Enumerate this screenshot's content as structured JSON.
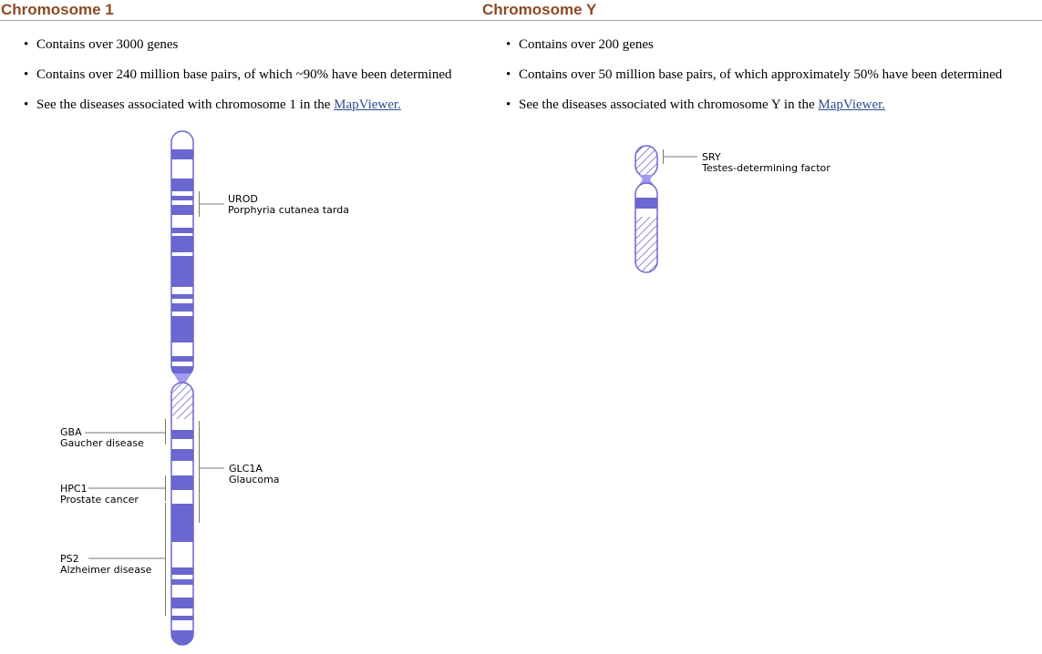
{
  "colors": {
    "heading": "#8b4a24",
    "band": "#6b67d0",
    "centromere": "#9e9bf0",
    "outline": "#6b67d0",
    "link": "#2b4e8c",
    "rule": "#9aa9b5"
  },
  "chromosome1": {
    "title": "Chromosome 1",
    "facts": [
      {
        "text": "Contains over 3000 genes"
      },
      {
        "text": "Contains over 240 million base pairs, of which ~90% have been determined"
      },
      {
        "text": "See the diseases associated with chromosome 1 in the ",
        "link": "MapViewer."
      }
    ],
    "genes": [
      {
        "symbol": "UROD",
        "disease": "Porphyria cutanea tarda"
      },
      {
        "symbol": "GBA",
        "disease": "Gaucher disease"
      },
      {
        "symbol": "GLC1A",
        "disease": "Glaucoma"
      },
      {
        "symbol": "HPC1",
        "disease": "Prostate cancer"
      },
      {
        "symbol": "PS2",
        "disease": "Alzheimer disease"
      }
    ]
  },
  "chromosomeY": {
    "title": "Chromosome Y",
    "facts": [
      {
        "text": "Contains over 200 genes"
      },
      {
        "text": "Contains over 50 million base pairs, of which approximately 50% have been determined"
      },
      {
        "text": "See the diseases associated with chromosome Y in the ",
        "link": "MapViewer."
      }
    ],
    "genes": [
      {
        "symbol": "SRY",
        "disease": "Testes-determining factor"
      }
    ]
  }
}
